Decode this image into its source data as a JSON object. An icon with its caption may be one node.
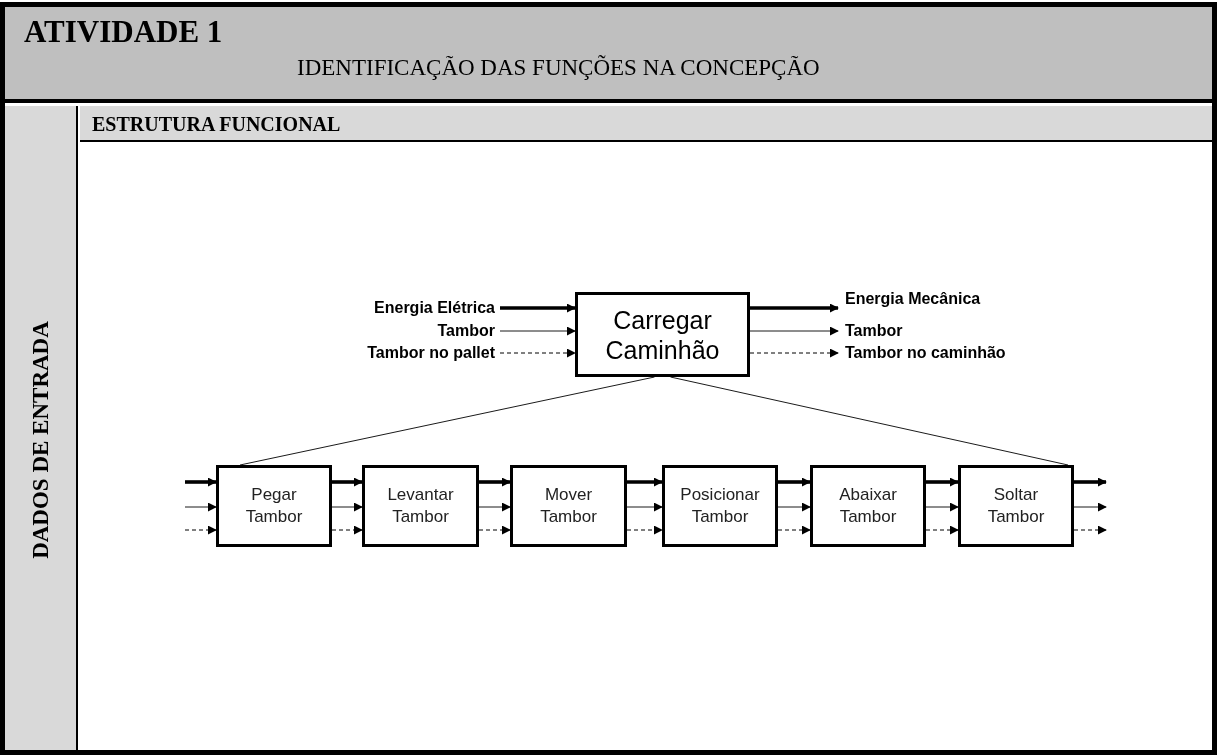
{
  "diagram": {
    "title": "ATIVIDADE 1",
    "caption": "IDENTIFICAÇÃO DAS FUNÇÕES NA CONCEPÇÃO",
    "nodes": [
      {
        "text": [
          "Energia Elétrica"
        ]
      },
      {
        "text": [
          "Tambor"
        ]
      },
      {
        "text": [
          "Tambor no pallet"
        ]
      },
      {
        "text": [
          "Carregar Caminhão"
        ]
      },
      {
        "text": [
          "Energia Mecânica"
        ]
      },
      {
        "text": [
          "Tambor"
        ]
      },
      {
        "text": [
          "Tambor no caminhão"
        ]
      },
      {
        "text": [
          "Pegar Tambor"
        ]
      },
      {
        "text": [
          "Levantar Tambor"
        ]
      },
      {
        "text": [
          "Mover Tambor"
        ]
      },
      {
        "text": [
          "Posicionar Tambor"
        ]
      },
      {
        "text": [
          "Abaixar Tambor"
        ]
      },
      {
        "text": [
          "Soltar Tambor"
        ]
      }
    ],
    "edges": [
      {
        "from": 0,
        "to": 3,
        "arrow": "to",
        "style": "thick"
      },
      {
        "from": 1,
        "to": 3,
        "arrow": "to"
      },
      {
        "from": 2,
        "to": 3,
        "arrow": "to",
        "style": "dashed"
      },
      {
        "from": 3,
        "to": 4,
        "arrow": "to",
        "style": "thick"
      },
      {
        "from": 3,
        "to": 5,
        "arrow": "to"
      },
      {
        "from": 3,
        "to": 6,
        "arrow": "to",
        "style": "dashed"
      },
      {
        "from": 3,
        "to": 7,
        "arrow": "none"
      },
      {
        "from": 3,
        "to": 12,
        "arrow": "none"
      },
      {
        "from": null,
        "to": 7,
        "arrow": "to",
        "style": "thick"
      },
      {
        "from": null,
        "to": 7,
        "arrow": "to"
      },
      {
        "from": null,
        "to": 7,
        "arrow": "to",
        "style": "dashed"
      },
      {
        "from": 7,
        "to": 8,
        "arrow": "to",
        "style": "thick"
      },
      {
        "from": 7,
        "to": 8,
        "arrow": "to"
      },
      {
        "from": 7,
        "to": 8,
        "arrow": "to",
        "style": "dashed"
      },
      {
        "from": 8,
        "to": 9,
        "arrow": "to",
        "style": "thick"
      },
      {
        "from": 8,
        "to": 9,
        "arrow": "to"
      },
      {
        "from": 8,
        "to": 9,
        "arrow": "to",
        "style": "dashed"
      },
      {
        "from": 9,
        "to": 10,
        "arrow": "to",
        "style": "thick"
      },
      {
        "from": 9,
        "to": 10,
        "arrow": "to"
      },
      {
        "from": 9,
        "to": 10,
        "arrow": "to",
        "style": "dashed"
      },
      {
        "from": 10,
        "to": 11,
        "arrow": "to",
        "style": "thick"
      },
      {
        "from": 10,
        "to": 11,
        "arrow": "to"
      },
      {
        "from": 10,
        "to": 11,
        "arrow": "to",
        "style": "dashed"
      },
      {
        "from": 11,
        "to": 12,
        "arrow": "to",
        "style": "thick"
      },
      {
        "from": 11,
        "to": 12,
        "arrow": "to"
      },
      {
        "from": 11,
        "to": 12,
        "arrow": "to",
        "style": "dashed"
      },
      {
        "from": 12,
        "to": null,
        "arrow": "to",
        "style": "thick"
      },
      {
        "from": 12,
        "to": null,
        "arrow": "to"
      },
      {
        "from": 12,
        "to": null,
        "arrow": "to",
        "style": "dashed"
      }
    ],
    "labels": [
      "ESTRUTURA FUNCIONAL",
      "DADOS DE ENTRADA"
    ]
  }
}
